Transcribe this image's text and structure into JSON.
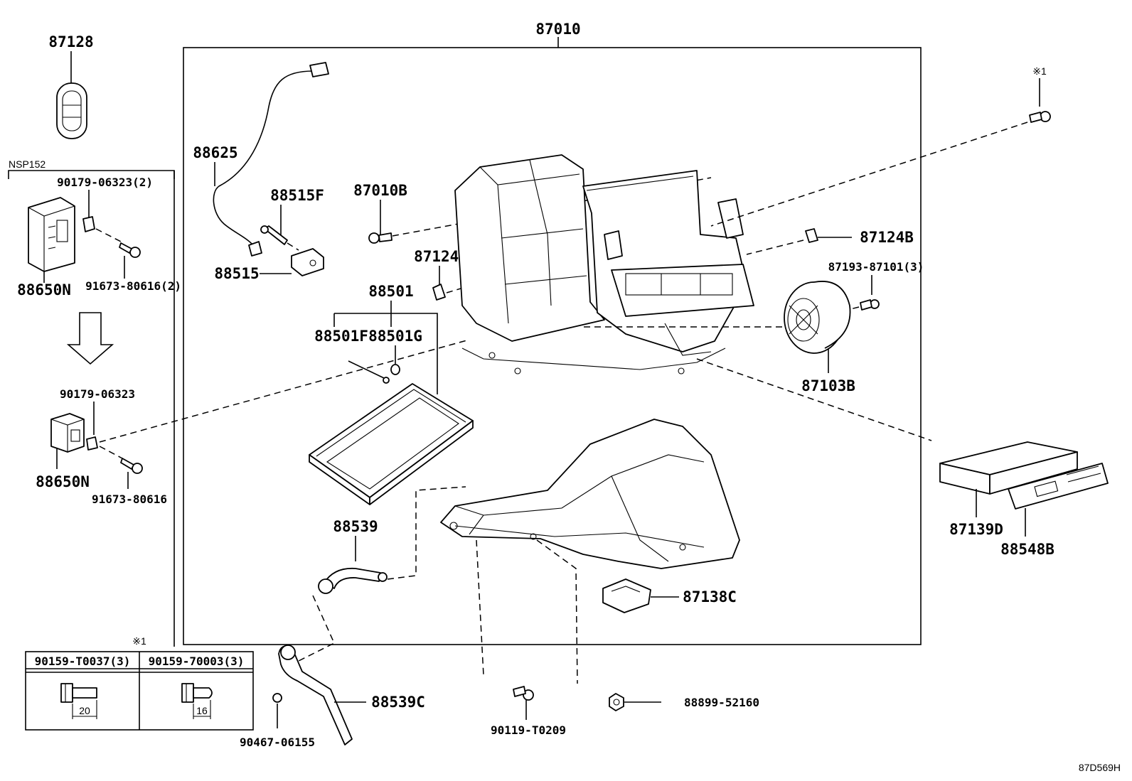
{
  "diagram_id": "87D569H",
  "assembly": "87010",
  "variant_label": "NSP152",
  "note_marker": "※1",
  "callouts": {
    "p87128": "87128",
    "p90179_06323_2": "90179-06323(2)",
    "p88650N_a": "88650N",
    "p91673_80616_2": "91673-80616(2)",
    "p90179_06323": "90179-06323",
    "p88650N_b": "88650N",
    "p91673_80616": "91673-80616",
    "p88625": "88625",
    "p88515F": "88515F",
    "p88515": "88515",
    "p87010B": "87010B",
    "p87124B_a": "87124B",
    "p87124B_b": "87124B",
    "p88501": "88501",
    "p88501F": "88501F",
    "p88501G": "88501G",
    "p87193": "87193-87101(3)",
    "p87103B": "87103B",
    "p87139D": "87139D",
    "p88548B": "88548B",
    "p88539": "88539",
    "p87138C": "87138C",
    "p88539C": "88539C",
    "p90467": "90467-06155",
    "p90119": "90119-T0209",
    "p88899": "88899-52160"
  },
  "bolt_table": {
    "col1_header": "90159-T0037(3)",
    "col2_header": "90159-70003(3)",
    "col1_length": "20",
    "col2_length": "16"
  }
}
